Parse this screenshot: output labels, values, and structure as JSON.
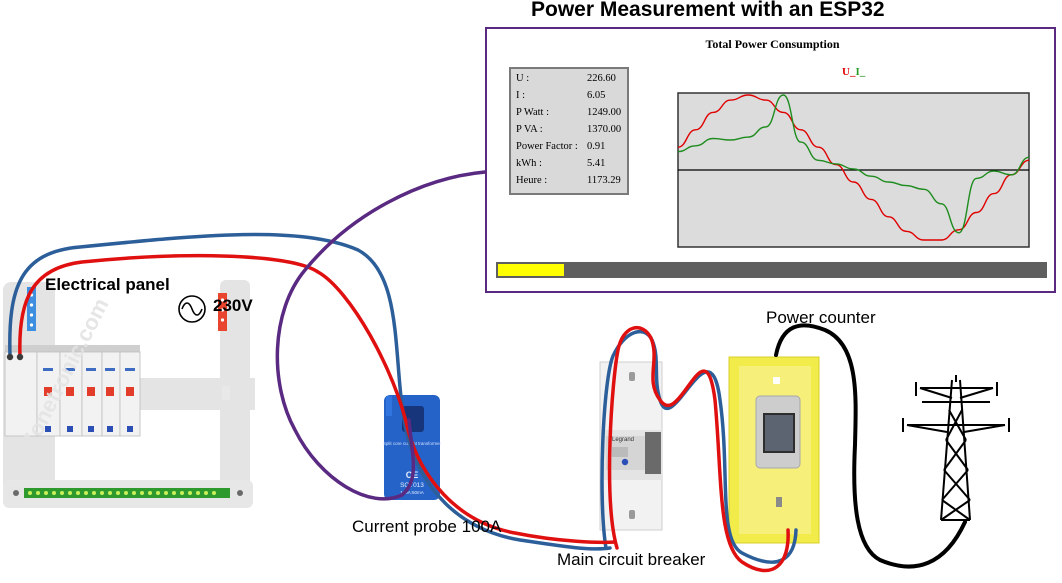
{
  "title": "Power Measurement with an ESP32",
  "monitor": {
    "title": "Total Power Consumption",
    "legend": {
      "u": "U_",
      "i": "I_"
    },
    "measurements": [
      {
        "key": "U :",
        "value": "226.60"
      },
      {
        "key": "I :",
        "value": "6.05"
      },
      {
        "key": "P Watt :",
        "value": "1249.00"
      },
      {
        "key": "P VA :",
        "value": "1370.00"
      },
      {
        "key": "Power Factor :",
        "value": "0.91"
      },
      {
        "key": "kWh :",
        "value": "5.41"
      },
      {
        "key": "Heure :",
        "value": "1173.29"
      }
    ],
    "progress_fraction": 0.12,
    "colors": {
      "voltage": "#e00000",
      "current": "#1e8c1e",
      "progress": "#ffff00",
      "frame": "#5a2a82"
    }
  },
  "chart_data": {
    "type": "line",
    "series": [
      {
        "name": "U_",
        "color": "#e00000",
        "values": [
          0.28,
          0.52,
          0.76,
          0.93,
          1.0,
          0.93,
          0.76,
          0.52,
          0.28,
          0.04,
          -0.2,
          -0.44,
          -0.68,
          -0.88,
          -1.0,
          -1.0,
          -0.86,
          -0.62,
          -0.36,
          -0.1,
          0.1
        ]
      },
      {
        "name": "I_",
        "color": "#1e8c1e",
        "values": [
          0.22,
          0.3,
          0.4,
          0.38,
          0.42,
          0.56,
          1.0,
          0.35,
          0.1,
          0.05,
          -0.02,
          -0.12,
          -0.2,
          -0.25,
          -0.3,
          -0.5,
          -0.9,
          -0.15,
          -0.05,
          -0.1,
          0.14
        ]
      }
    ],
    "ylim": [
      -1,
      1
    ],
    "grid": false
  },
  "labels": {
    "electrical_panel": "Electrical panel",
    "voltage": "230V",
    "current_probe": "Current probe 100A",
    "main_breaker": "Main circuit breaker",
    "power_counter": "Power counter",
    "probe_model": "SCT013",
    "probe_rating": "100A:50mA",
    "breaker_brand": "Legrand",
    "watermark": "© Zonetronic.com"
  },
  "colors": {
    "live": "#e01010",
    "neutral": "#2c5f9a",
    "signal": "#5a2a82",
    "earth": "#000000",
    "counter": "#f2ec4a",
    "probe": "#2563c9"
  }
}
